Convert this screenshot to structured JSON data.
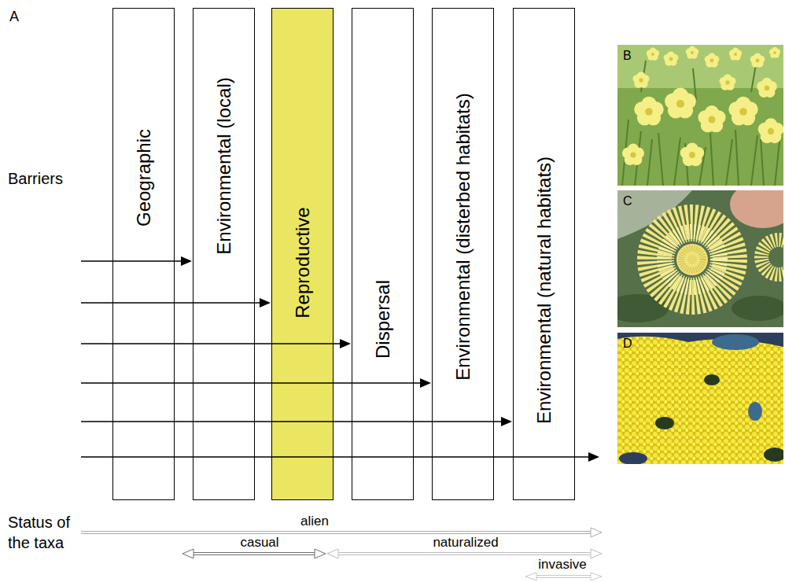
{
  "diagram": {
    "nodes": [
      {
        "text": [
          "Geographic"
        ]
      },
      {
        "text": [
          "Environmental (local)"
        ]
      },
      {
        "text": [
          "Reproductive"
        ]
      },
      {
        "text": [
          "Dispersal"
        ]
      },
      {
        "text": [
          "Environmental (disterbed habitats)"
        ]
      },
      {
        "text": [
          "Environmental (natural habitats)"
        ]
      }
    ],
    "labels": [
      "A",
      "Barriers",
      "Status of the taxa",
      "alien",
      "casual",
      "naturalized",
      "invasive",
      "B",
      "C",
      "D"
    ]
  }
}
